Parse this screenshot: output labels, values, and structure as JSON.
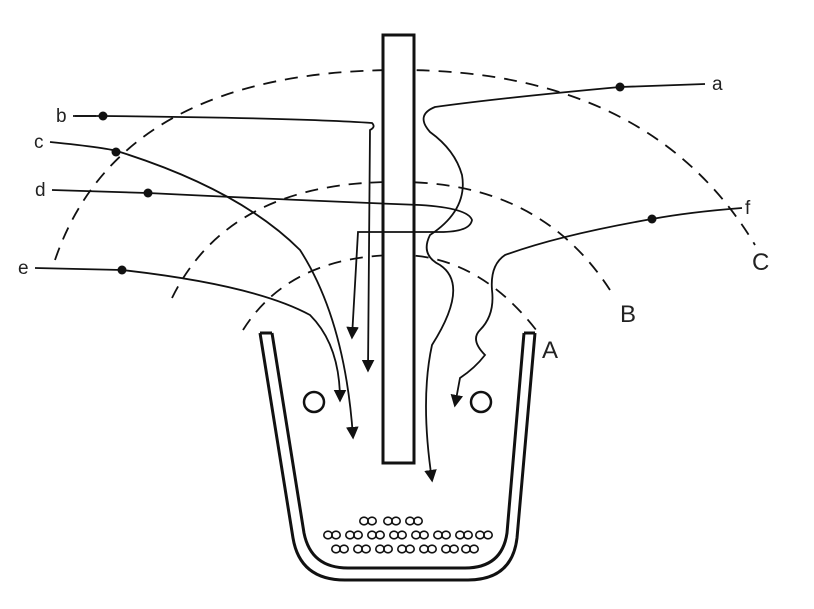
{
  "diagram": {
    "colors": {
      "ink": "#111111",
      "paper": "#ffffff"
    },
    "particle_labels": {
      "a": "a",
      "b": "b",
      "c": "c",
      "d": "d",
      "e": "e",
      "f": "f"
    },
    "arc_labels": {
      "A": "A",
      "B": "B",
      "C": "C"
    },
    "icons": {
      "particle": "particle-dot-icon",
      "arrowhead": "arrowhead-icon"
    }
  }
}
